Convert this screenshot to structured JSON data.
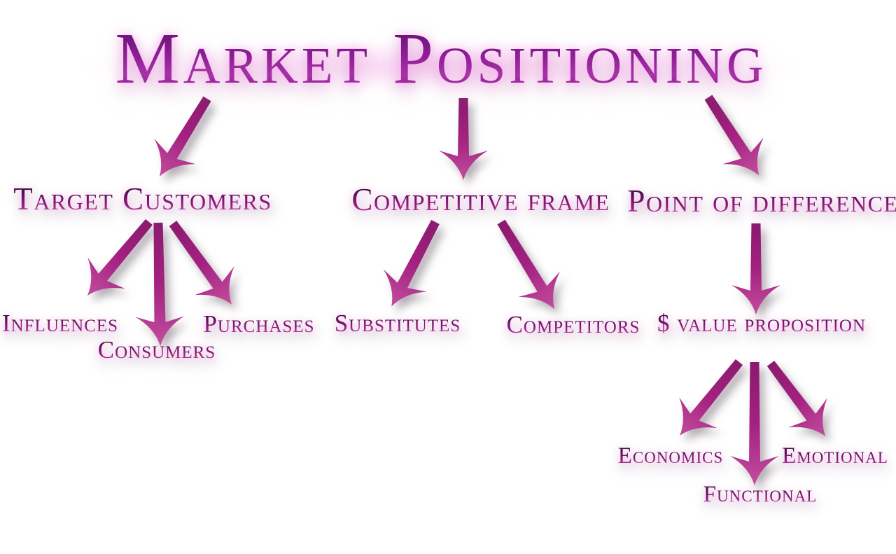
{
  "diagram": {
    "title": "Market Positioning",
    "colors": {
      "text_purple": "#6a1575",
      "text_magenta": "#c248a2",
      "arrow_magenta": "#a82185",
      "glow_pink": "#f6afe9",
      "background": "#ffffff"
    },
    "nodes": [
      {
        "id": "market-positioning",
        "label": "Market Positioning",
        "level": 0
      },
      {
        "id": "target-customers",
        "label": "Target Customers",
        "level": 1
      },
      {
        "id": "competitive-frame",
        "label": "Competitive frame",
        "level": 1
      },
      {
        "id": "point-of-difference",
        "label": "Point of difference",
        "level": 1
      },
      {
        "id": "influences",
        "label": "Influences",
        "level": 2
      },
      {
        "id": "consumers",
        "label": "Consumers",
        "level": 2
      },
      {
        "id": "purchases",
        "label": "Purchases",
        "level": 2
      },
      {
        "id": "substitutes",
        "label": "Substitutes",
        "level": 2
      },
      {
        "id": "competitors",
        "label": "Competitors",
        "level": 2
      },
      {
        "id": "value-proposition",
        "label": "$ value proposition",
        "level": 2
      },
      {
        "id": "economics",
        "label": "Economics",
        "level": 3
      },
      {
        "id": "functional",
        "label": "Functional",
        "level": 3
      },
      {
        "id": "emotional",
        "label": "Emotional",
        "level": 3
      }
    ],
    "edges": [
      {
        "from": "market-positioning",
        "to": "target-customers"
      },
      {
        "from": "market-positioning",
        "to": "competitive-frame"
      },
      {
        "from": "market-positioning",
        "to": "point-of-difference"
      },
      {
        "from": "target-customers",
        "to": "influences"
      },
      {
        "from": "target-customers",
        "to": "consumers"
      },
      {
        "from": "target-customers",
        "to": "purchases"
      },
      {
        "from": "competitive-frame",
        "to": "substitutes"
      },
      {
        "from": "competitive-frame",
        "to": "competitors"
      },
      {
        "from": "point-of-difference",
        "to": "value-proposition"
      },
      {
        "from": "value-proposition",
        "to": "economics"
      },
      {
        "from": "value-proposition",
        "to": "functional"
      },
      {
        "from": "value-proposition",
        "to": "emotional"
      }
    ]
  }
}
